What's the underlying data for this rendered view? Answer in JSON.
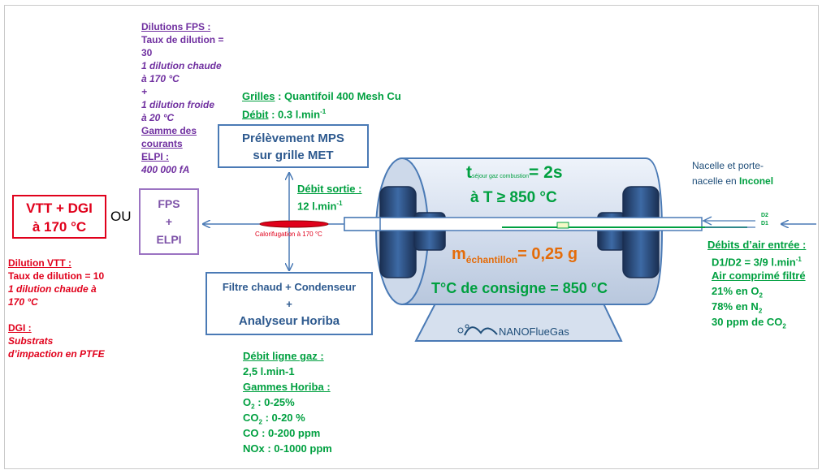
{
  "left": {
    "vtt_box": "VTT + DGI\nà 170 °C",
    "ou": "OU",
    "dilution_vtt_title": "Dilution VTT :",
    "dilution_vtt_rate": "Taux de dilution = 10",
    "dilution_vtt_hot": "1 dilution  chaude à",
    "dilution_vtt_hot2": "170 °C",
    "dgi_title": "DGI :",
    "dgi_1": "Substrats",
    "dgi_2": "d’impaction en PTFE"
  },
  "fps": {
    "title": "Dilutions FPS :",
    "rate_1": "Taux de dilution =",
    "rate_2": "30",
    "hot_1": "1 dilution  chaude",
    "hot_2": "à 170 °C",
    "plus": "+",
    "cold_1": "1 dilution  froide",
    "cold_2": "à 20 °C",
    "range_1": "Gamme des",
    "range_2": "courants",
    "range_3": "ELPI :",
    "range_val": "400 000 fA",
    "box_1": "FPS",
    "box_2": "+",
    "box_3": "ELPI"
  },
  "grilles": {
    "label": "Grilles",
    "value": " : Quantifoil 400 Mesh Cu",
    "debit_label": "Débit",
    "debit_value": " : 0.3 l.min",
    "debit_exp": "-1"
  },
  "mps_box": {
    "line1": "Prélèvement MPS",
    "line2": "sur grille MET"
  },
  "debit_sortie": {
    "label": "Débit sortie :",
    "value": "12  l.min",
    "exp": "-1"
  },
  "calorifugation": "Calorifugation à 170 °C",
  "filter_box": {
    "line1": "Filtre chaud + Condenseur",
    "line2": "+",
    "line3": "Analyseur Horiba"
  },
  "gas_line": {
    "title": "Débit ligne gaz :",
    "value": "2,5 l.min-1",
    "ranges_title": "Gammes Horiba :",
    "o2": "O",
    "o2_sub": "2",
    "o2_val": " : 0-25%",
    "co2": "CO",
    "co2_sub": "2",
    "co2_val": " : 0-20 %",
    "co": "CO : 0-200 ppm",
    "nox": "NOx : 0-1000 ppm"
  },
  "furnace": {
    "t_label": "t",
    "t_sub": "séjour gaz combustion",
    "t_value": "= 2s",
    "t_line2": "à T ≥ 850 °C",
    "m_label": "m",
    "m_sub": "échantillon",
    "m_value": "= 0,25 g",
    "consigne": "T°C de consigne = 850 °C",
    "logo": "NANOFlueGas"
  },
  "right": {
    "nacelle_1": "Nacelle et porte-",
    "nacelle_2": "nacelle en ",
    "nacelle_material": "Inconel",
    "d2": "D2",
    "d1": "D1",
    "air_title": "Débits d’air entrée :",
    "air_ratio": "D1/D2 = 3/9 l.min",
    "air_exp": "-1",
    "filtered_title": "Air comprimé filtré",
    "o2_a": "21% en O",
    "o2_b": "2",
    "n2_a": "78% en N",
    "n2_b": "2",
    "co2_a": "30 ppm de CO",
    "co2_b": "2"
  },
  "colors": {
    "blue_border": "#4a7ab5",
    "purple": "#7030a0",
    "red": "#e0001b",
    "green": "#00a040",
    "orange": "#e46c0a",
    "furnace_fill": "#d6e0ee",
    "dark_block": "#1f3d6b"
  }
}
